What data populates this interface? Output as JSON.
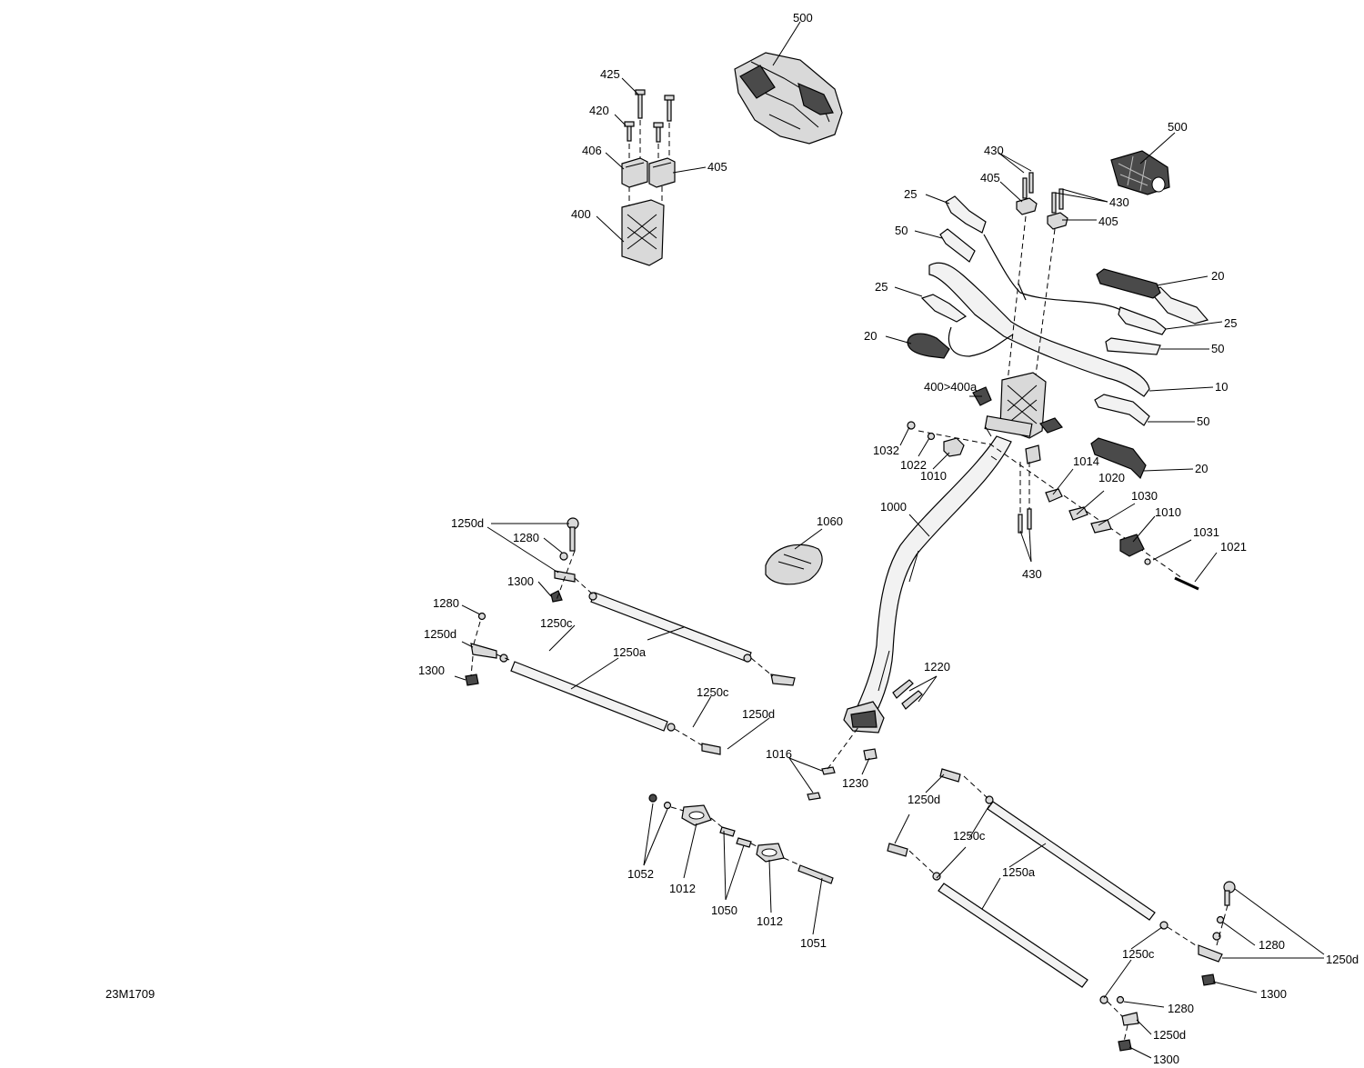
{
  "figure_id": "23M1709",
  "labels": {
    "l500a": "500",
    "l500b": "500",
    "l425": "425",
    "l420": "420",
    "l406": "406",
    "l405a": "405",
    "l400": "400",
    "l430a": "430",
    "l405b": "405",
    "l430b": "430",
    "l405c": "405",
    "l25a": "25",
    "l50a": "50",
    "l25b": "25",
    "l20a": "20",
    "l20b": "20",
    "l25c": "25",
    "l50b": "50",
    "l10": "10",
    "l50c": "50",
    "l20c": "20",
    "l400a": "400>400a",
    "l1032": "1032",
    "l1022": "1022",
    "l1010a": "1010",
    "l1014": "1014",
    "l1020": "1020",
    "l1030": "1030",
    "l1010b": "1010",
    "l1031": "1031",
    "l1021": "1021",
    "l430c": "430",
    "l1000": "1000",
    "l1060": "1060",
    "l1250d_1": "1250d",
    "l1280_1": "1280",
    "l1300_1": "1300",
    "l1280_2": "1280",
    "l1250c_1": "1250c",
    "l1250d_2": "1250d",
    "l1250a_1": "1250a",
    "l1300_2": "1300",
    "l1250c_2": "1250c",
    "l1250d_3": "1250d",
    "l1220": "1220",
    "l1016": "1016",
    "l1230": "1230",
    "l1250d_4": "1250d",
    "l1250c_3": "1250c",
    "l1250a_2": "1250a",
    "l1250c_4": "1250c",
    "l1280_3": "1280",
    "l1250d_5": "1250d",
    "l1300_3": "1300",
    "l1280_4": "1280",
    "l1250d_6": "1250d",
    "l1300_4": "1300",
    "l1052": "1052",
    "l1012a": "1012",
    "l1050": "1050",
    "l1012b": "1012",
    "l1051": "1051"
  }
}
